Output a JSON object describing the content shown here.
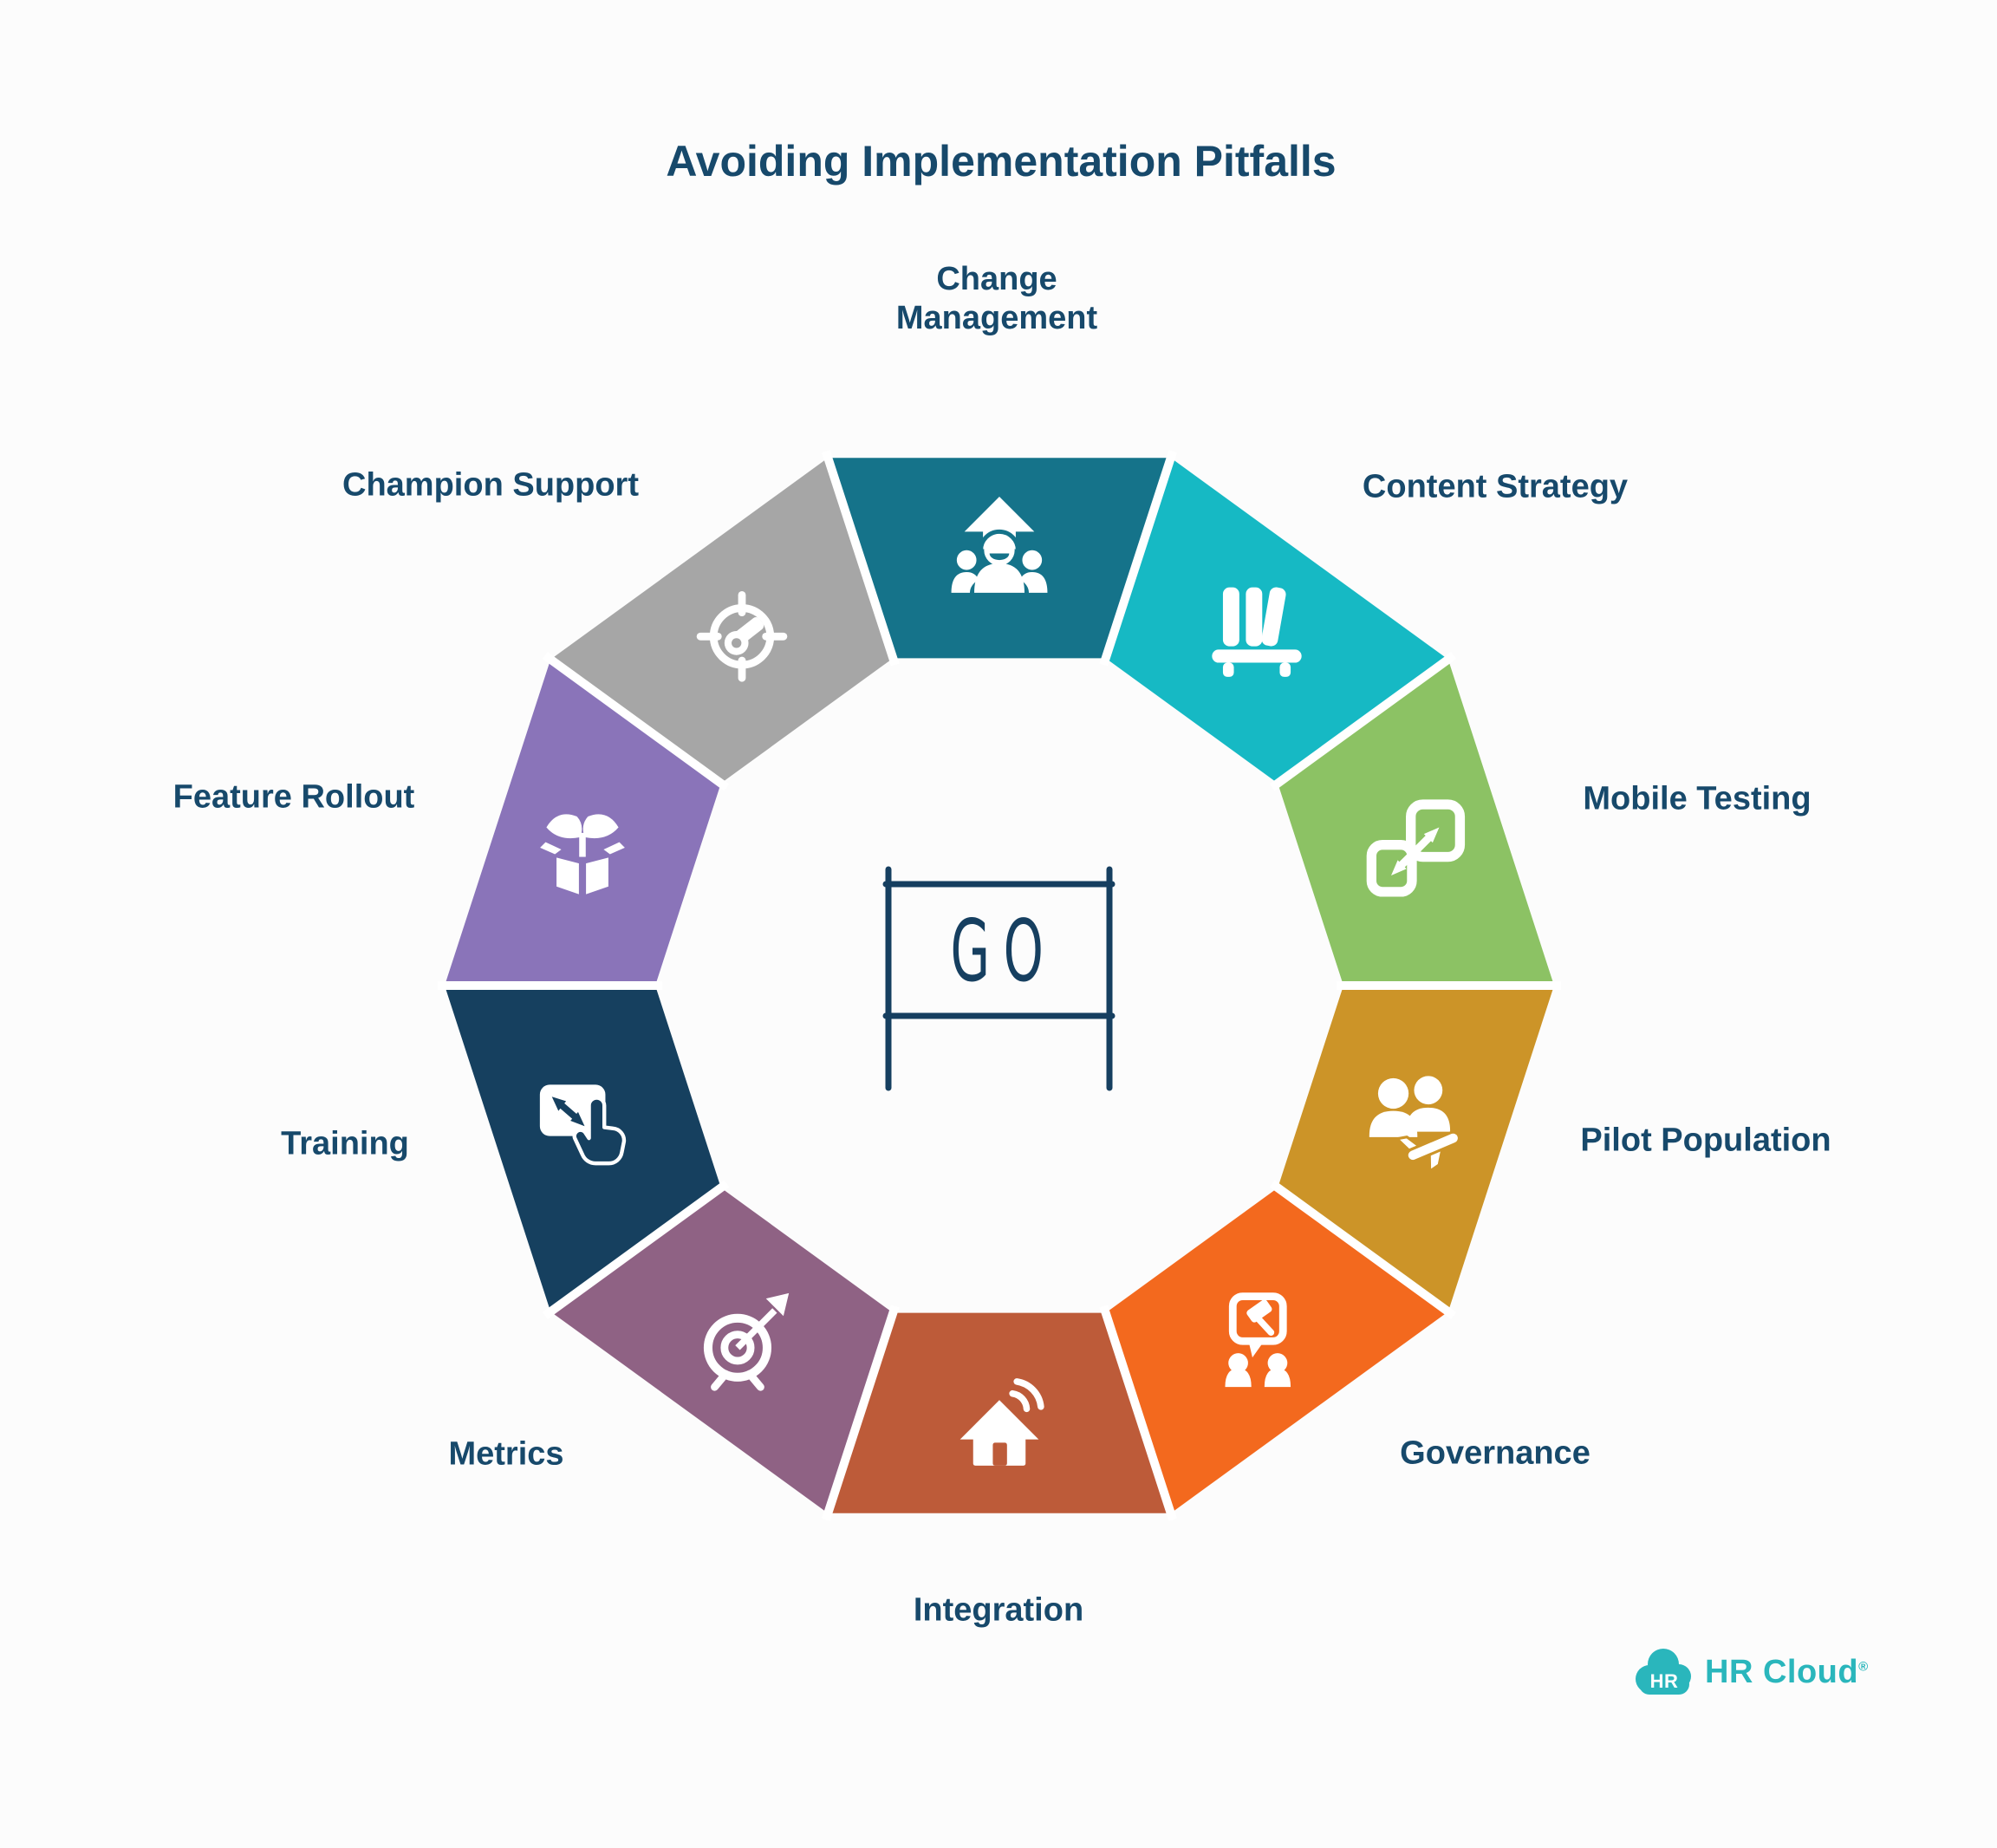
{
  "title": "Avoiding Implementation Pitfalls",
  "center": {
    "go_label": "GO",
    "icon": "go-flag-icon",
    "color": "#163f60"
  },
  "colors": {
    "title_text": "#17496b",
    "label_text": "#17496b",
    "go_sign": "#163f60",
    "logo_teal": "#2ab6bc",
    "separator": "#ffffff",
    "background": "#fcfcfc"
  },
  "segments": [
    {
      "label": "Change Management",
      "color": "#15738a",
      "icon": "person-up-arrow-icon"
    },
    {
      "label": "Content Strategy",
      "color": "#16b9c4",
      "icon": "bookshelf-icon"
    },
    {
      "label": "Mobile Testing",
      "color": "#8cc264",
      "icon": "screen-resize-icon"
    },
    {
      "label": "Pilot Population",
      "color": "#cc9428",
      "icon": "people-plane-icon"
    },
    {
      "label": "Governance",
      "color": "#f3691e",
      "icon": "gavel-board-icon"
    },
    {
      "label": "Integration",
      "color": "#bd5b39",
      "icon": "smart-home-icon"
    },
    {
      "label": "Metrics",
      "color": "#8f6284",
      "icon": "target-arrow-icon"
    },
    {
      "label": "Training",
      "color": "#16405f",
      "icon": "touchscreen-hand-icon"
    },
    {
      "label": "Feature Rollout",
      "color": "#8a74b9",
      "icon": "box-sprout-icon"
    },
    {
      "label": "Champion Support",
      "color": "#a6a6a6",
      "icon": "compass-needle-icon"
    }
  ],
  "footer": {
    "logo_badge": "HR",
    "logo_text": "HR Cloud",
    "logo_mark": "®"
  }
}
